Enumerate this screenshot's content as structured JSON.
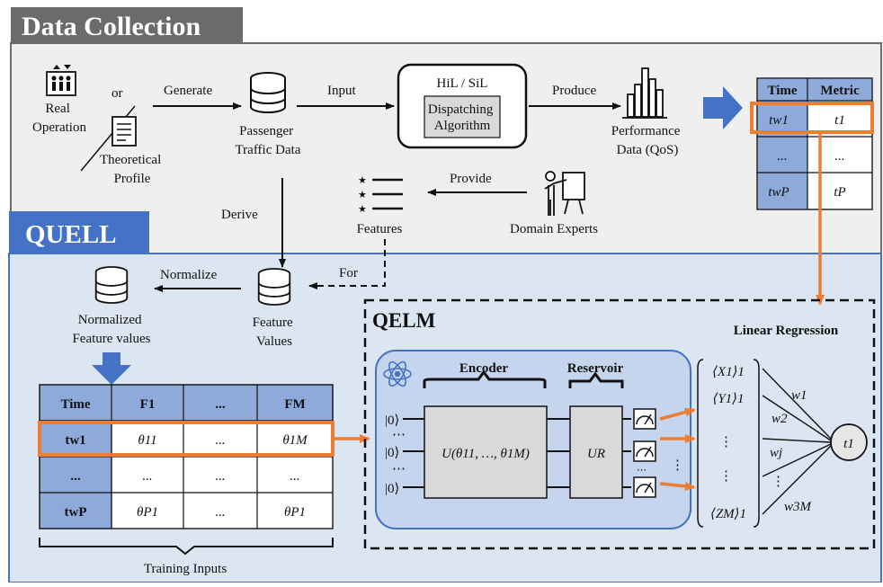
{
  "sections": {
    "data_collection": "Data Collection",
    "quell": "QUELL",
    "qelm": "QELM"
  },
  "sources": {
    "real_operation": [
      "Real",
      "Operation"
    ],
    "or": "or",
    "theoretical_profile": [
      "Theoretical",
      "Profile"
    ]
  },
  "flow": {
    "generate": "Generate",
    "input": "Input",
    "produce": "Produce",
    "provide": "Provide",
    "derive": "Derive",
    "for": "For",
    "normalize": "Normalize"
  },
  "nodes": {
    "passenger_traffic_data": [
      "Passenger",
      "Traffic Data"
    ],
    "hil_sil": "HiL / SiL",
    "dispatching_algorithm": [
      "Dispatching",
      "Algorithm"
    ],
    "performance_data": [
      "Performance",
      "Data (QoS)"
    ],
    "domain_experts": "Domain Experts",
    "features": "Features",
    "feature_values": [
      "Feature",
      "Values"
    ],
    "normalized_feature_values": [
      "Normalized",
      "Feature values"
    ]
  },
  "metric_table": {
    "headers": [
      "Time",
      "Metric"
    ],
    "rows": [
      [
        "tw1",
        "t1"
      ],
      [
        "...",
        "..."
      ],
      [
        "twP",
        "tP"
      ]
    ]
  },
  "training_table": {
    "headers": [
      "Time",
      "F1",
      "...",
      "FM"
    ],
    "rows": [
      [
        "tw1",
        "θ11",
        "...",
        "θ1M"
      ],
      [
        "...",
        "...",
        "...",
        "..."
      ],
      [
        "twP",
        "θP1",
        "...",
        "θP1"
      ]
    ],
    "caption": "Training Inputs"
  },
  "circuit": {
    "encoder": "Encoder",
    "reservoir": "Reservoir",
    "ket": "|0⟩",
    "encoder_gate": "U(θ11, …, θ1M)",
    "reservoir_gate": "UR",
    "expectations": [
      "⟨X1⟩1",
      "⟨Y1⟩1",
      "⋮",
      "⋮",
      "⟨ZM⟩1"
    ]
  },
  "regression": {
    "title": "Linear Regression",
    "weights": [
      "w1",
      "w2",
      "wj",
      "w3M"
    ],
    "output": "t1"
  },
  "colors": {
    "header_gray": "#6b6b6b",
    "quell_blue": "#4472c4",
    "quell_bg": "#dce6f2",
    "table_blue": "#8eaadb",
    "orange": "#ed7d31",
    "qelm_box": "#c5d5ee"
  }
}
